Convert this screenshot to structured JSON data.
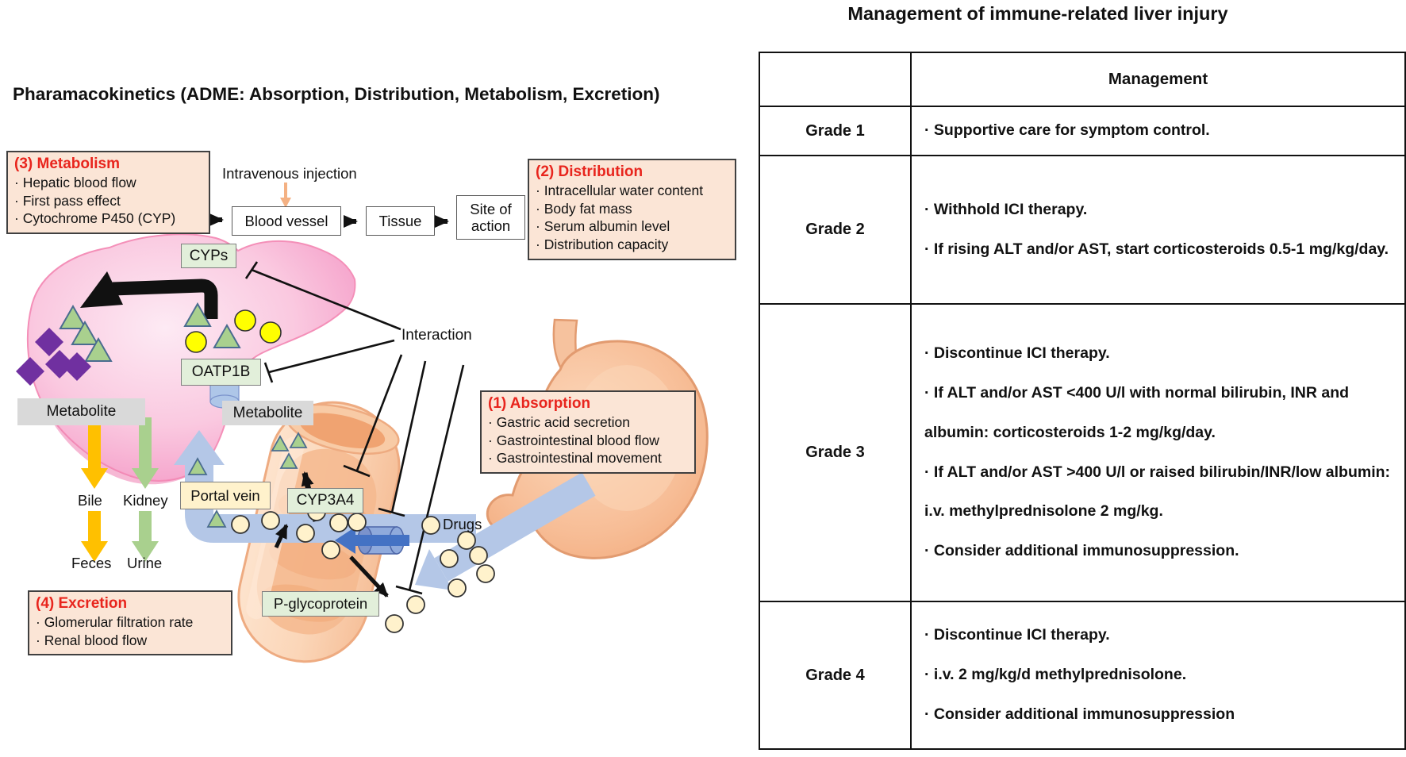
{
  "left": {
    "title": "Pharamacokinetics (ADME: Absorption, Distribution, Metabolism, Excretion)",
    "boxes": {
      "metabolism": {
        "title": "(3) Metabolism",
        "items": [
          "· Hepatic blood flow",
          "· First pass effect",
          "· Cytochrome P450 (CYP)"
        ]
      },
      "distribution": {
        "title": "(2) Distribution",
        "items": [
          "· Intracellular water content",
          "· Body fat mass",
          "· Serum albumin level",
          "· Distribution capacity"
        ]
      },
      "absorption": {
        "title": "(1) Absorption",
        "items": [
          "· Gastric acid secretion",
          "· Gastrointestinal blood flow",
          "· Gastrointestinal movement"
        ]
      },
      "excretion": {
        "title": "(4) Excretion",
        "items": [
          "· Glomerular filtration rate",
          "· Renal blood flow"
        ]
      }
    },
    "labels": {
      "intravenous": "Intravenous injection",
      "blood_vessel": "Blood vessel",
      "tissue": "Tissue",
      "site_of_action": "Site of action",
      "cyps": "CYPs",
      "oatp1b": "OATP1B",
      "metabolite_left": "Metabolite",
      "metabolite_right": "Metabolite",
      "interaction": "Interaction",
      "portal_vein": "Portal vein",
      "cyp3a4": "CYP3A4",
      "p_glycoprotein": "P-glycoprotein",
      "bile": "Bile",
      "kidney": "Kidney",
      "feces": "Feces",
      "urine": "Urine",
      "drugs": "Drugs"
    }
  },
  "right": {
    "title": "Management of immune-related liver injury",
    "table": {
      "header": "Management",
      "rows": [
        {
          "grade": "Grade 1",
          "items": [
            "· Supportive care for symptom control."
          ]
        },
        {
          "grade": "Grade 2",
          "items": [
            "· Withhold ICI therapy.",
            "· If rising ALT and/or AST, start corticosteroids 0.5-1 mg/kg/day."
          ]
        },
        {
          "grade": "Grade 3",
          "items": [
            "· Discontinue ICI therapy.",
            "· If ALT and/or AST <400 U/l with normal bilirubin, INR and albumin:  corticosteroids 1-2 mg/kg/day.",
            "·  If ALT and/or AST >400 U/l or raised bilirubin/INR/low albumin: i.v. methylprednisolone 2 mg/kg.",
            "·  Consider additional immunosuppression."
          ]
        },
        {
          "grade": "Grade 4",
          "items": [
            "· Discontinue ICI therapy.",
            "· i.v. 2 mg/kg/d methylprednisolone.",
            "· Consider additional immunosuppression"
          ]
        }
      ]
    }
  },
  "colors": {
    "red_heading": "#e8251d",
    "peach_box": "#fbe5d6",
    "green_box": "#e2efda",
    "cream_box": "#fff2cc",
    "gray_label": "#d9d9d9",
    "orange_arrow": "#ffc000",
    "green_arrow": "#a9d08e",
    "light_blue": "#b4c7e7",
    "medium_blue": "#4472c4",
    "liver_pink": "#f9c6de",
    "organ_peach": "#f7bd96",
    "triangle_green": "#a9d08e",
    "diamond_purple": "#7030a0",
    "yellow_circle": "#ffff00",
    "drug_circle": "#fff2cc"
  }
}
